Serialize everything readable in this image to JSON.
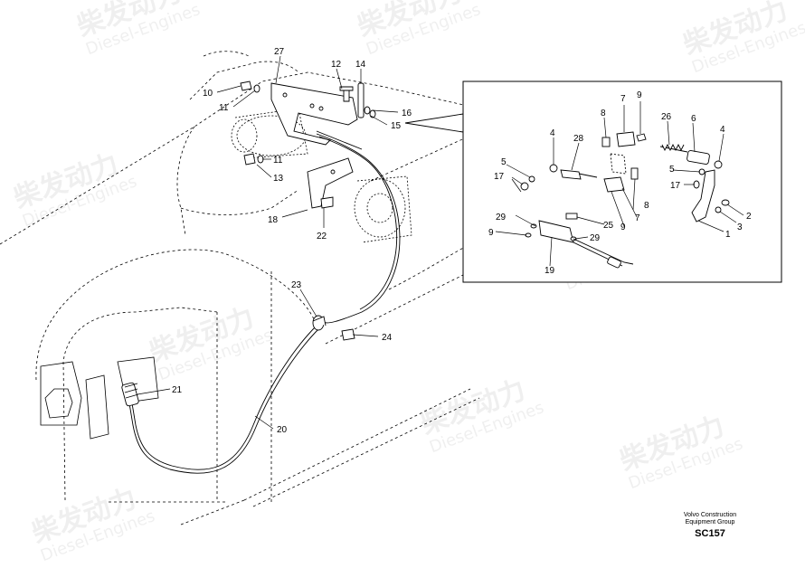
{
  "callouts": [
    {
      "id": "c27a",
      "text": "27"
    },
    {
      "id": "c12a",
      "text": "12"
    },
    {
      "id": "c14a",
      "text": "14"
    },
    {
      "id": "c10a",
      "text": "10"
    },
    {
      "id": "c11a",
      "text": "11"
    },
    {
      "id": "c16a",
      "text": "16"
    },
    {
      "id": "c15a",
      "text": "15"
    },
    {
      "id": "c11b",
      "text": "11"
    },
    {
      "id": "c13a",
      "text": "13"
    },
    {
      "id": "c18a",
      "text": "18"
    },
    {
      "id": "c22a",
      "text": "22"
    },
    {
      "id": "c23a",
      "text": "23"
    },
    {
      "id": "c24a",
      "text": "24"
    },
    {
      "id": "c21a",
      "text": "21"
    },
    {
      "id": "c20a",
      "text": "20"
    },
    {
      "id": "d7a",
      "text": "7"
    },
    {
      "id": "d9a",
      "text": "9"
    },
    {
      "id": "d8a",
      "text": "8"
    },
    {
      "id": "d26a",
      "text": "26"
    },
    {
      "id": "d6a",
      "text": "6"
    },
    {
      "id": "d4a",
      "text": "4"
    },
    {
      "id": "d28a",
      "text": "28"
    },
    {
      "id": "d4b",
      "text": "4"
    },
    {
      "id": "d5a",
      "text": "5"
    },
    {
      "id": "d5b",
      "text": "5"
    },
    {
      "id": "d17a",
      "text": "17"
    },
    {
      "id": "d17b",
      "text": "17"
    },
    {
      "id": "d8b",
      "text": "8"
    },
    {
      "id": "d2a",
      "text": "2"
    },
    {
      "id": "d3a",
      "text": "3"
    },
    {
      "id": "d29a",
      "text": "29"
    },
    {
      "id": "d25a",
      "text": "25"
    },
    {
      "id": "d7b",
      "text": "7"
    },
    {
      "id": "d9b",
      "text": "9"
    },
    {
      "id": "d1a",
      "text": "1"
    },
    {
      "id": "d9c",
      "text": "9"
    },
    {
      "id": "d29b",
      "text": "29"
    },
    {
      "id": "d19a",
      "text": "19"
    }
  ],
  "watermark": {
    "brand": "柴发动力",
    "sub": "Diesel-Engines"
  },
  "caption": {
    "org_line1": "Volvo Construction",
    "org_line2": "Equipment Group",
    "code": "SC157"
  }
}
